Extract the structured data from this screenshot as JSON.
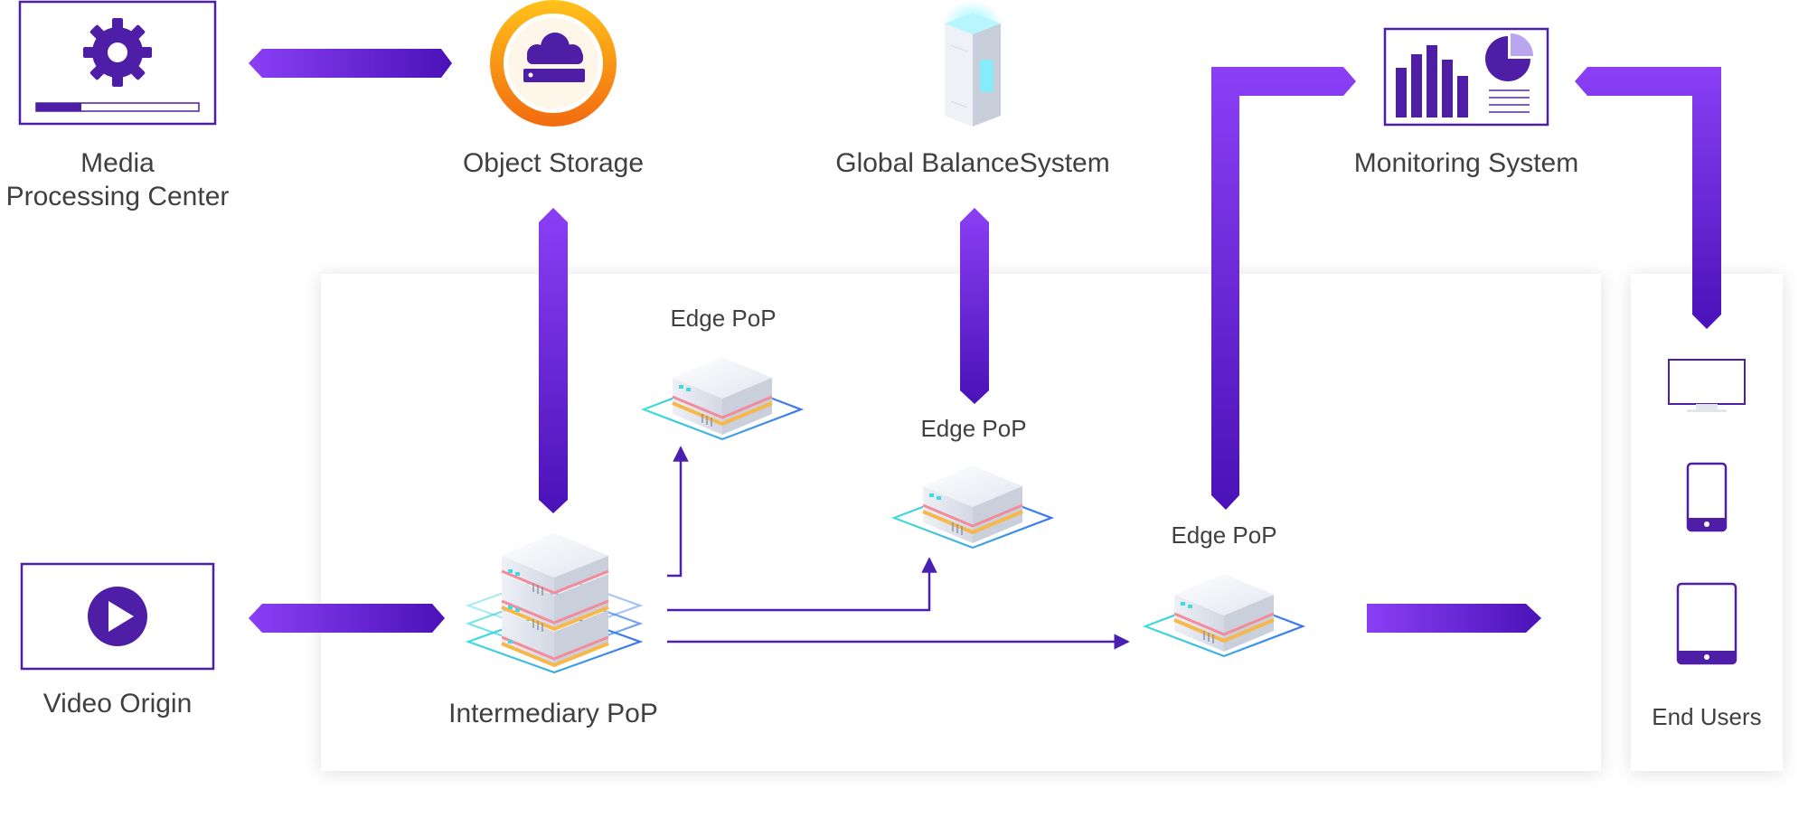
{
  "colors": {
    "accent_start": "#8B3FF5",
    "accent_end": "#4A12B8",
    "icon_purple": "#4E1FA6",
    "storage_orange": "#F7941E",
    "text": "#404040",
    "teal": "#3FD9E0"
  },
  "nodes": {
    "media_processing": {
      "label_line1": "Media",
      "label_line2": "Processing Center",
      "icon": "gear-icon"
    },
    "object_storage": {
      "label": "Object Storage",
      "icon": "cloud-storage-icon"
    },
    "global_balance": {
      "label": "Global BalanceSystem",
      "icon": "server-tower-icon"
    },
    "monitoring": {
      "label": "Monitoring System",
      "icon": "dashboard-chart-icon"
    },
    "video_origin": {
      "label": "Video Origin",
      "icon": "play-icon"
    },
    "intermediary_pop": {
      "label": "Intermediary PoP",
      "icon": "server-stack-icon"
    },
    "edge_pop_1": {
      "label": "Edge PoP",
      "icon": "edge-server-icon"
    },
    "edge_pop_2": {
      "label": "Edge PoP",
      "icon": "edge-server-icon"
    },
    "edge_pop_3": {
      "label": "Edge PoP",
      "icon": "edge-server-icon"
    },
    "end_users": {
      "label": "End Users",
      "devices": [
        "monitor-icon",
        "phone-icon",
        "tablet-icon"
      ]
    }
  }
}
